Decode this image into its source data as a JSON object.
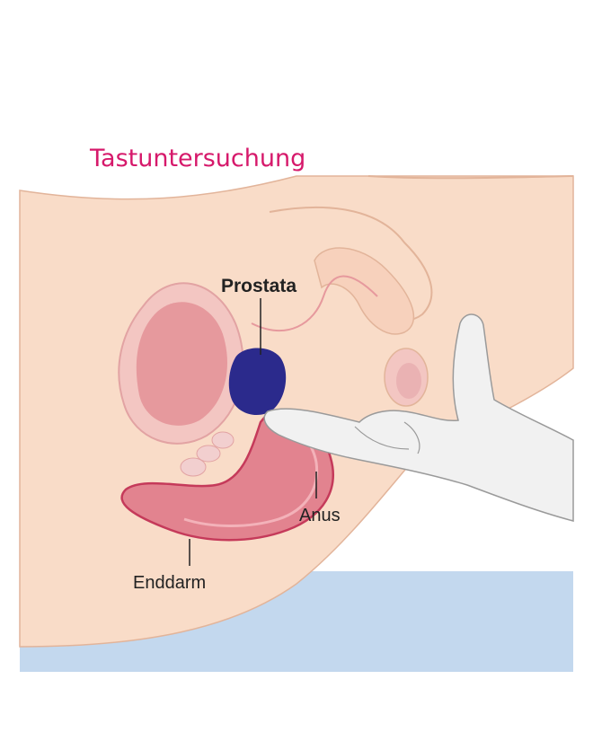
{
  "title": "Tastuntersuchung",
  "labels": {
    "prostate": "Prostata",
    "anus": "Anus",
    "rectum": "Enddarm"
  },
  "colors": {
    "title": "#d6196b",
    "skin": "#f9dcc8",
    "skin_outline": "#e2b49a",
    "bladder": "#e6999d",
    "bladder_rim": "#f3c6c2",
    "prostate": "#2b2a8c",
    "rectum": "#d9667a",
    "rectum_outline": "#c53a5a",
    "glove": "#f1f1f1",
    "glove_outline": "#9a9a9a",
    "table": "#c3d8ee",
    "seminal_vesicle": "#f2cfcf"
  }
}
